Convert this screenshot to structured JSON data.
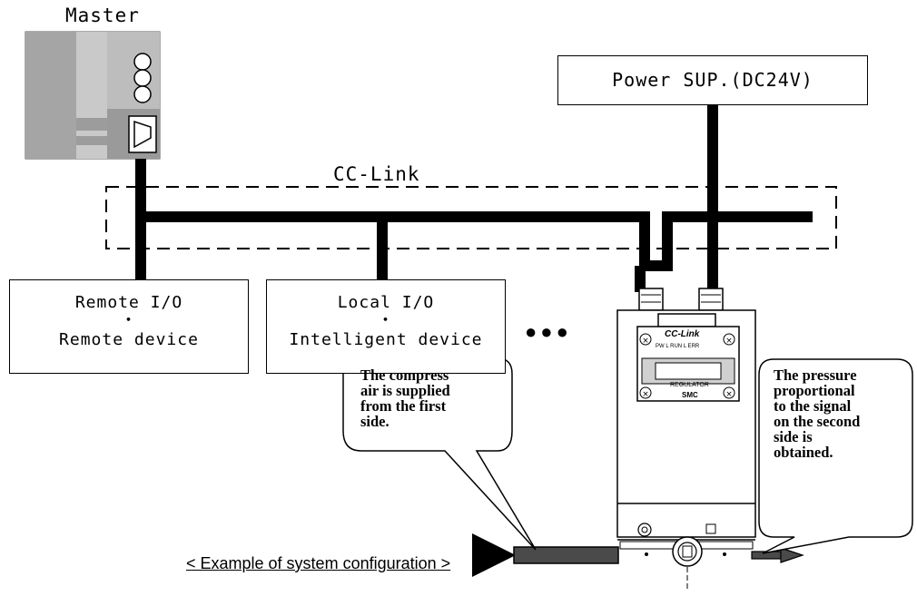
{
  "master": {
    "title": "Master"
  },
  "network": {
    "label": "CC-Link"
  },
  "power_supply": {
    "label": "Power SUP.(DC24V)"
  },
  "remote_box": {
    "line1": "Remote I/O",
    "line2": "・",
    "line3": "Remote device"
  },
  "local_box": {
    "line1": "Local I/O",
    "line2": "・",
    "line3": "Intelligent device"
  },
  "ellipsis": "●●●",
  "regulator": {
    "panel_label": "CC-Link",
    "led_labels": "PW L RUN L ERR",
    "brand_text": "REGULATOR",
    "maker": "SMC"
  },
  "callout_inlet": {
    "text": "The compress\nair is supplied\nfrom the first\nside."
  },
  "callout_outlet": {
    "text": "The pressure\nproportional\nto the signal\non the second\nside is\nobtained."
  },
  "caption": "< Example of system configuration >",
  "colors": {
    "plc_body": "#a9a9a9",
    "plc_dark": "#8a8a8a",
    "line": "#000000"
  }
}
